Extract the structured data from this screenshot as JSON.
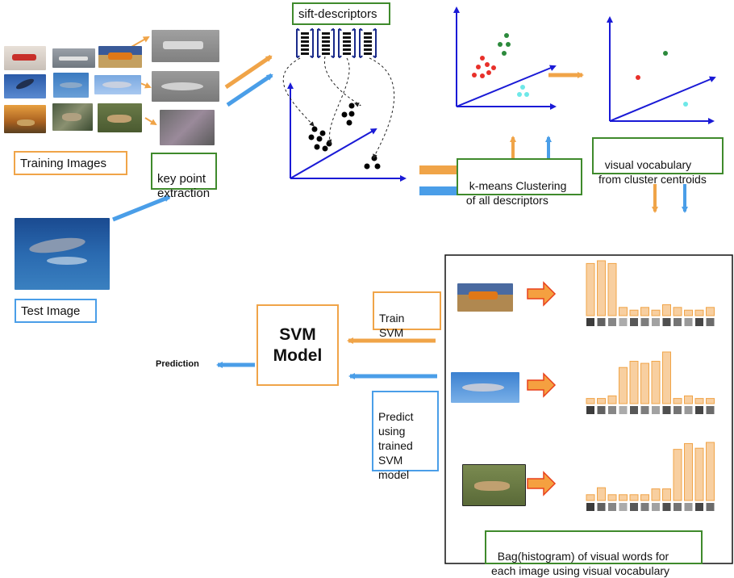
{
  "labels": {
    "sift_descriptors": "sift-descriptors",
    "training_images": "Training Images",
    "key_point_extraction": "key point\nextraction",
    "test_image": "Test Image",
    "kmeans": "k-means Clustering\n of all descriptors",
    "visual_vocabulary": "visual vocabulary\nfrom cluster centroids",
    "train_svm": "Train\nSVM",
    "svm_model": "SVM\nModel",
    "prediction": "Prediction",
    "predict": "Predict\nusing\ntrained\nSVM\nmodel",
    "bag_of_words": "Bag(histogram) of visual words for\neach image using visual vocabulary"
  },
  "colors": {
    "orange": "#f0a448",
    "blue": "#4a9ee8",
    "green": "#3f8a2c",
    "axis": "#1a1ad6",
    "navy": "#1a2a8a",
    "hist_fill": "#f8cfa0",
    "hist_stroke": "#f0a448",
    "red_arrow": "#e8401c"
  },
  "histograms": {
    "airplane": [
      0.95,
      1.0,
      0.95,
      0.15,
      0.1,
      0.15,
      0.1,
      0.2,
      0.15,
      0.1,
      0.1,
      0.15
    ],
    "dolphin": [
      0.1,
      0.1,
      0.15,
      0.7,
      0.82,
      0.78,
      0.82,
      1.0,
      0.1,
      0.15,
      0.1,
      0.1
    ],
    "cheetah": [
      0.1,
      0.22,
      0.1,
      0.1,
      0.1,
      0.1,
      0.2,
      0.2,
      0.88,
      0.98,
      0.9,
      1.0
    ]
  }
}
